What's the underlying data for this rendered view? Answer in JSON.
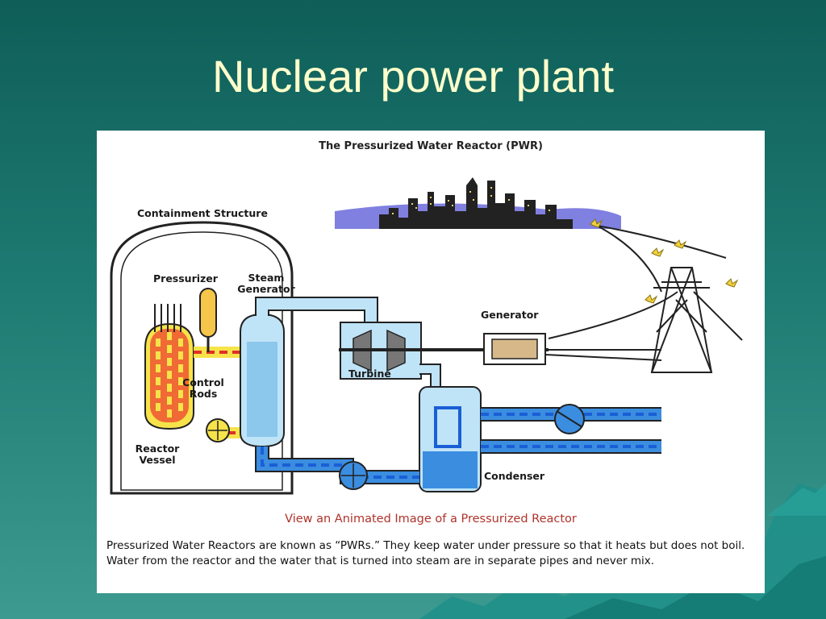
{
  "slide": {
    "title": "Nuclear power plant"
  },
  "diagram": {
    "title": "The Pressurized Water Reactor (PWR)",
    "labels": {
      "containment": "Containment Structure",
      "pressurizer": "Pressurizer",
      "steam_generator_1": "Steam",
      "steam_generator_2": "Generator",
      "generator": "Generator",
      "turbine": "Turbine",
      "control_rods_1": "Control",
      "control_rods_2": "Rods",
      "reactor_vessel_1": "Reactor",
      "reactor_vessel_2": "Vessel",
      "condenser": "Condenser"
    },
    "link_text": "View an Animated Image of a Pressurized Reactor",
    "caption": "Pressurized Water Reactors are known as “PWRs.” They keep water under pressure so that it heats but does not boil. Water from the reactor and the water that is turned into steam are in separate pipes and never mix."
  },
  "colors": {
    "title": "#ffffcc",
    "link": "#b0322a",
    "hot_loop": "#e0302a",
    "cold_loop": "#1a5fd6",
    "steam": "#bfe3f7",
    "water": "#3b8de0"
  }
}
